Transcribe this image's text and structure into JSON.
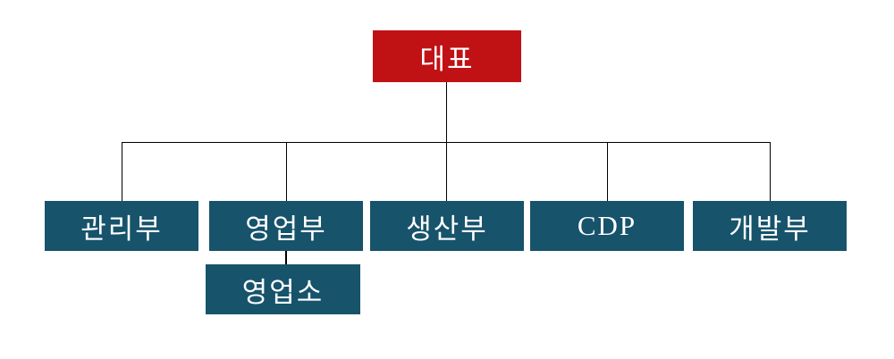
{
  "org_chart": {
    "title": "organization-chart",
    "colors": {
      "root_bg": "#c01115",
      "dept_bg": "#17536b",
      "line": "#000000",
      "text": "#ffffff",
      "background": "#ffffff"
    },
    "root": {
      "label": "대표"
    },
    "departments": [
      {
        "label": "관리부"
      },
      {
        "label": "영업부"
      },
      {
        "label": "생산부"
      },
      {
        "label": "CDP"
      },
      {
        "label": "개발부"
      }
    ],
    "sub_department": {
      "label": "영업소",
      "parent": "영업부"
    }
  }
}
